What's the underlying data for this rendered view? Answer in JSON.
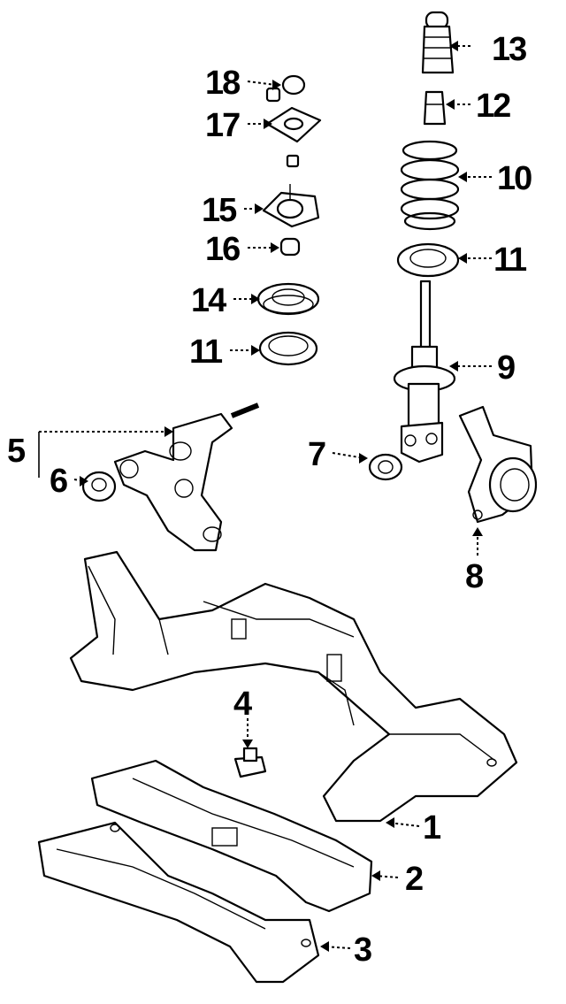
{
  "callouts": {
    "c1": "1",
    "c2": "2",
    "c3": "3",
    "c4": "4",
    "c5": "5",
    "c6": "6",
    "c7": "7",
    "c8": "8",
    "c9": "9",
    "c10": "10",
    "c11a": "11",
    "c11b": "11",
    "c12": "12",
    "c13": "13",
    "c14": "14",
    "c15": "15",
    "c16": "16",
    "c17": "17",
    "c18": "18"
  }
}
